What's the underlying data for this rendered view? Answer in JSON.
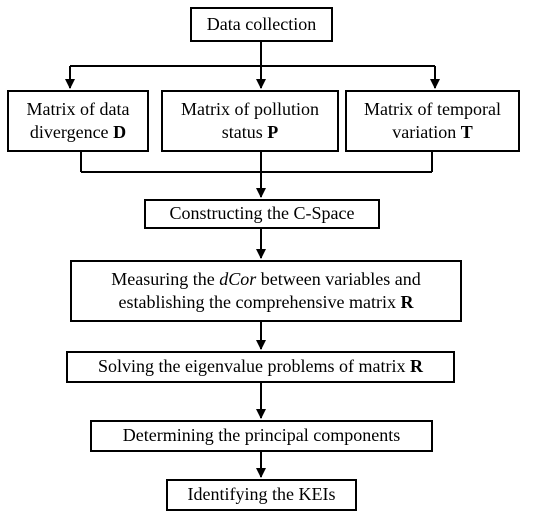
{
  "diagram": {
    "nodes": {
      "data_collection": {
        "text": "Data collection"
      },
      "matrix_d": {
        "line1": "Matrix of data",
        "line2_pre": "divergence ",
        "symbol": "D"
      },
      "matrix_p": {
        "line1": "Matrix of pollution",
        "line2_pre": "status ",
        "symbol": "P"
      },
      "matrix_t": {
        "line1": "Matrix of temporal",
        "line2_pre": "variation ",
        "symbol": "T"
      },
      "cspace": {
        "text": "Constructing the C-Space"
      },
      "dcor": {
        "line1_pre": "Measuring the ",
        "italic": "dCor",
        "line1_post": " between variables and",
        "line2_pre": "establishing the comprehensive matrix ",
        "symbol": "R"
      },
      "eigen": {
        "text_pre": "Solving the eigenvalue problems of matrix ",
        "symbol": "R"
      },
      "principal": {
        "text": "Determining the principal components"
      },
      "keis": {
        "text": "Identifying the KEIs"
      }
    },
    "edges": [
      [
        "data_collection",
        "matrix_d"
      ],
      [
        "data_collection",
        "matrix_p"
      ],
      [
        "data_collection",
        "matrix_t"
      ],
      [
        "matrix_d",
        "cspace"
      ],
      [
        "matrix_p",
        "cspace"
      ],
      [
        "matrix_t",
        "cspace"
      ],
      [
        "cspace",
        "dcor"
      ],
      [
        "dcor",
        "eigen"
      ],
      [
        "eigen",
        "principal"
      ],
      [
        "principal",
        "keis"
      ]
    ]
  }
}
